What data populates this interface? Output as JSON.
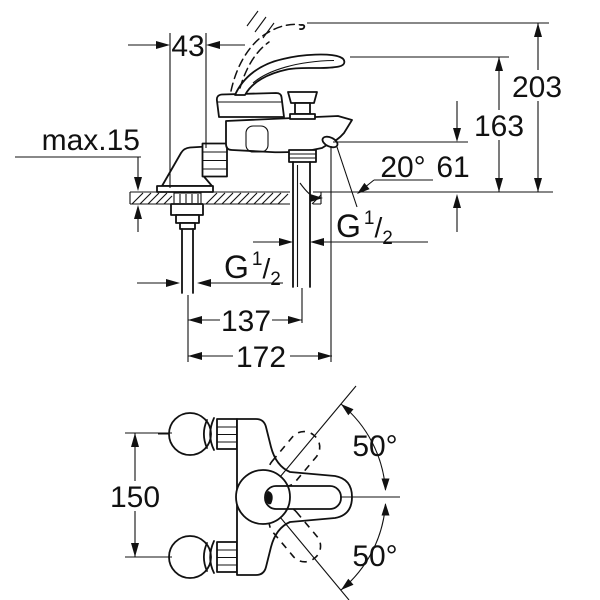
{
  "drawing": {
    "kind": "technical-dimension-drawing",
    "product": "single-lever bath shower mixer tap",
    "colors": {
      "line": "#111111",
      "background": "#ffffff"
    },
    "side_view": {
      "dim_43": "43",
      "dim_max15": "max.15",
      "dim_203": "203",
      "dim_163": "163",
      "dim_61": "61",
      "angle_20": "20°",
      "thread_spout": {
        "base": "G",
        "sup": "1",
        "slash": "/",
        "sub": "2"
      },
      "thread_inlet": {
        "base": "G",
        "sup": "1",
        "slash": "/",
        "sub": "2"
      },
      "dim_137": "137",
      "dim_172": "172"
    },
    "front_view": {
      "dim_150": "150",
      "angle_top": "50°",
      "angle_bottom": "50°"
    }
  }
}
